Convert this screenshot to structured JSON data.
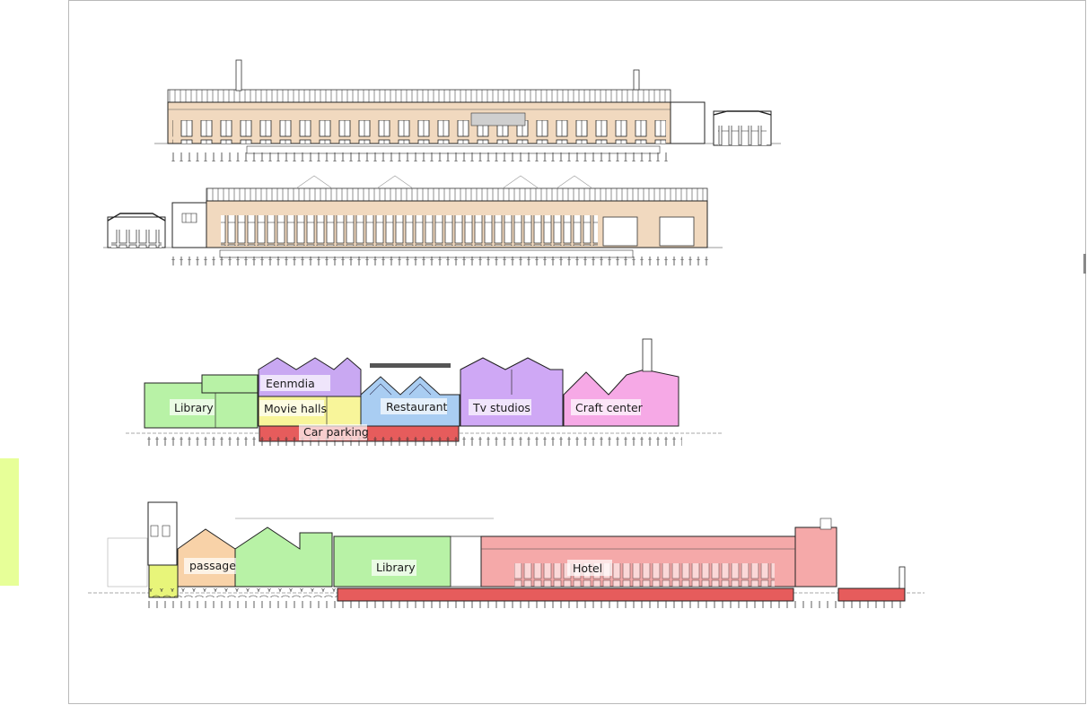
{
  "sections": {
    "upper_section": {
      "labels": {
        "eenmdia": "Eenmdia",
        "library": "Library",
        "movie_halls": "Movie halls",
        "restaurant": "Restaurant",
        "tv_studios": "Tv studios",
        "craft_center": "Craft center",
        "car_parking": "Car parking"
      }
    },
    "lower_section": {
      "labels": {
        "passage": "passage",
        "library": "Library",
        "hotel": "Hotel"
      }
    }
  },
  "colors": {
    "library": "#b8f2a6",
    "eenmdia": "#c9a8f2",
    "movie_halls": "#f8f59a",
    "restaurant": "#a9cdf2",
    "tv_studios": "#cfa8f5",
    "craft_center": "#f6a9e6",
    "car_parking": "#e65c5c",
    "passage": "#f8d2a8",
    "hotel": "#f5a9a9",
    "facade_brick": "#f1d9bf",
    "side_tab": "#e7ff98"
  }
}
